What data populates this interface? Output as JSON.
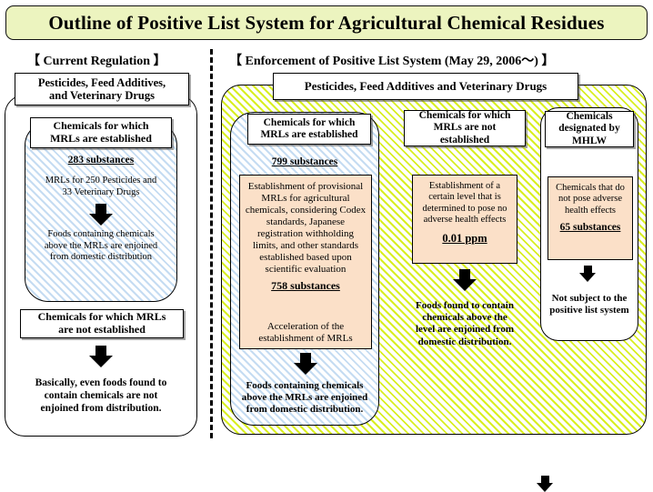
{
  "title": "Outline of Positive List System for Agricultural Chemical Residues",
  "sections": {
    "left": {
      "heading": "【 Current Regulation 】",
      "header_box": "Pesticides, Feed Additives,\nand Veterinary Drugs",
      "mrl_established_label": "Chemicals for which\nMRLs are established",
      "substances_count": "283 substances",
      "substances_detail": "MRLs for 250 Pesticides and\n33 Veterinary Drugs",
      "outcome": "Foods containing  chemicals\nabove the MRLs are enjoined\nfrom domestic  distribution",
      "mrl_not_established_label": "Chemicals for which MRLs\nare not established",
      "not_established_outcome": "Basically, even foods found to\ncontain chemicals are not\nenjoined from  distribution."
    },
    "right": {
      "heading": "【 Enforcement of Positive List System (May 29, 2006～) 】",
      "header_box": "Pesticides, Feed Additives and Veterinary Drugs",
      "columns": [
        {
          "head": "Chemicals for which\nMRLs are established",
          "count": "799 substances",
          "detail": "Establishment of provisional MRLs for agricultural chemicals, considering Codex standards, Japanese registration withholding limits, and other standards established based upon scientific evaluation",
          "detail_count": "758 substances",
          "detail_followup": "Acceleration of the\nestablishment of MRLs",
          "outcome": "Foods containing chemicals\nabove the MRLs are enjoined\nfrom domestic distribution."
        },
        {
          "head": "Chemicals for which\nMRLs are not\nestablished",
          "detail": "Establishment of a certain level that is determined to pose no adverse health effects",
          "detail_count": "0.01 ppm",
          "outcome": "Foods found to contain\nchemicals above the\nlevel are enjoined from\ndomestic distribution."
        },
        {
          "head": "Chemicals\ndesignated by\nMHLW",
          "detail": "Chemicals that do not pose adverse health effects",
          "detail_count": "65 substances",
          "outcome": "Not subject to  the\npositive list system"
        }
      ]
    }
  },
  "colors": {
    "title_bg": "#ecf4bf",
    "stripe_blue": "#c5dcf2",
    "stripe_green": "#d9ef22",
    "peach_box": "#fbe0c8"
  }
}
